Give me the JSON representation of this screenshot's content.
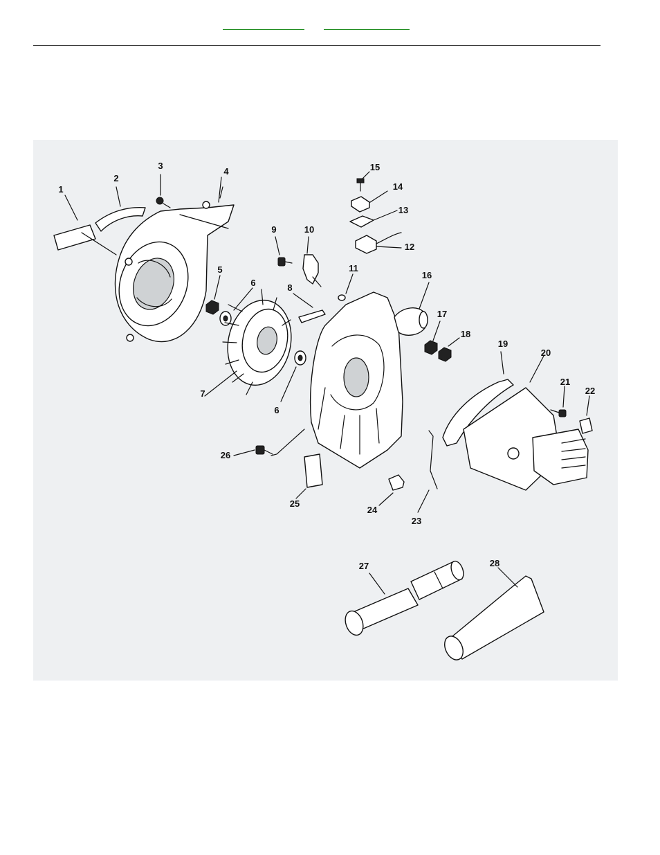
{
  "callouts": {
    "c1": "1",
    "c2": "2",
    "c3": "3",
    "c4": "4",
    "c5": "5",
    "c6a": "6",
    "c6b": "6",
    "c7": "7",
    "c8": "8",
    "c9": "9",
    "c10": "10",
    "c11": "11",
    "c12": "12",
    "c13": "13",
    "c14": "14",
    "c15": "15",
    "c16": "16",
    "c17": "17",
    "c18": "18",
    "c19": "19",
    "c20": "20",
    "c21": "21",
    "c22": "22",
    "c23": "23",
    "c24": "24",
    "c25": "25",
    "c26": "26",
    "c27": "27",
    "c28": "28"
  },
  "colors": {
    "link": "#1a8a1a",
    "panel": "#eef0f2",
    "ink": "#111111"
  }
}
